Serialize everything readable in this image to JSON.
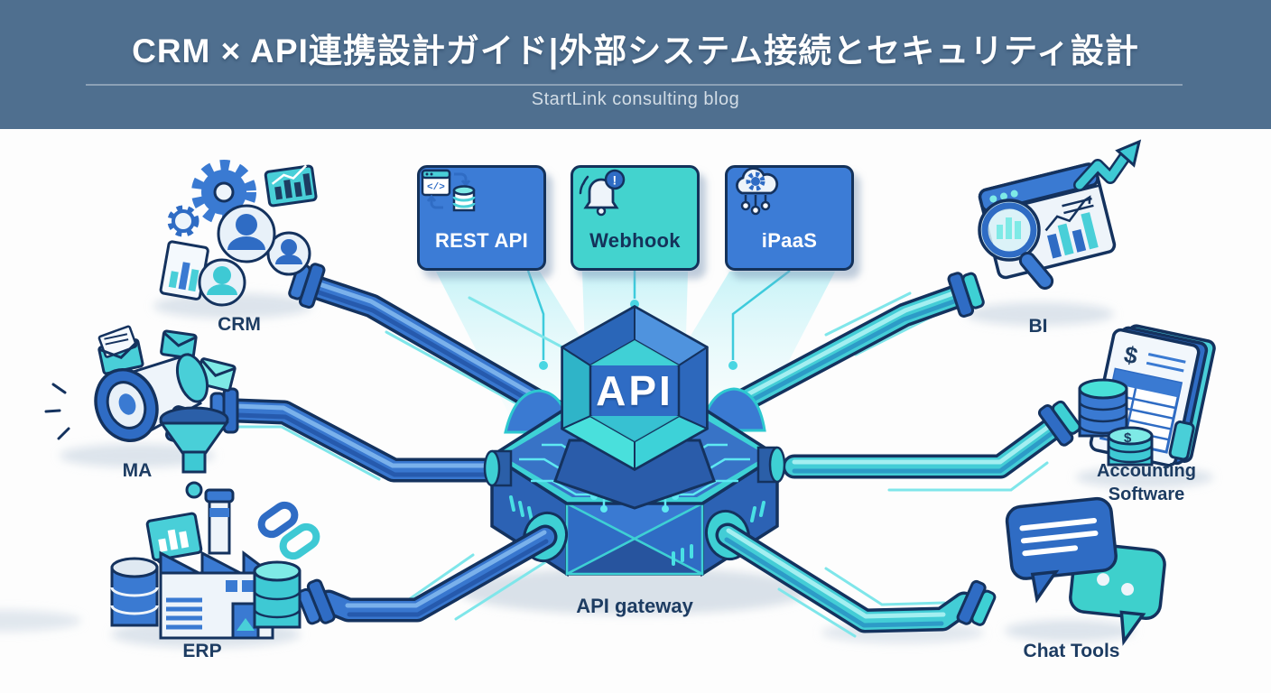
{
  "header": {
    "title": "CRM × API連携設計ガイド|外部システム接続とセキュリティ設計",
    "subtitle": "StartLink consulting blog"
  },
  "methods": [
    {
      "label": "REST API",
      "icon": "browser-database-sync-icon",
      "style": "blue"
    },
    {
      "label": "Webhook",
      "icon": "bell-alert-icon",
      "style": "teal"
    },
    {
      "label": "iPaaS",
      "icon": "cloud-gear-network-icon",
      "style": "blue"
    }
  ],
  "hub": {
    "core_label": "API",
    "gateway_label": "API gateway"
  },
  "systems": [
    {
      "id": "crm",
      "label": "CRM",
      "icon": "gears-people-chart-icon",
      "side": "left"
    },
    {
      "id": "ma",
      "label": "MA",
      "icon": "megaphone-funnel-mail-icon",
      "side": "left"
    },
    {
      "id": "erp",
      "label": "ERP",
      "icon": "factory-database-icon",
      "side": "left"
    },
    {
      "id": "bi",
      "label": "BI",
      "icon": "dashboard-magnifier-trend-icon",
      "side": "right"
    },
    {
      "id": "accounting",
      "label": "Accounting Software",
      "icon": "ledger-coins-icon",
      "side": "right"
    },
    {
      "id": "chat",
      "label": "Chat Tools",
      "icon": "chat-bubbles-icon",
      "side": "right"
    }
  ],
  "colors": {
    "header_bg": "#4f6f8f",
    "blue": "#3a7ad2",
    "teal": "#3ed0cc",
    "navy": "#16355e",
    "circuit_cyan": "#5ee8f2"
  }
}
